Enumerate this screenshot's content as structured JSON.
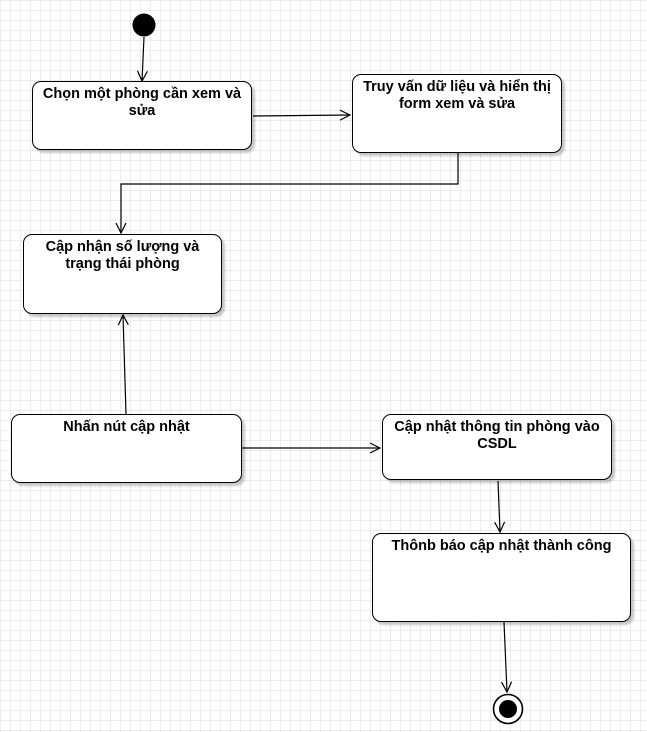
{
  "nodes": {
    "choose_room": "Chọn một phòng cần xem và sửa",
    "query_show_form": "Truy vấn dữ liệu và hiển thị form xem và sửa",
    "update_quantity_status": "Cập nhận số lượng và trạng thái phòng",
    "press_update": "Nhấn nút cập nhật",
    "update_db": "Cập nhật thông tin phòng vào CSDL",
    "notify_success": "Thônb báo cập nhật thành công"
  }
}
